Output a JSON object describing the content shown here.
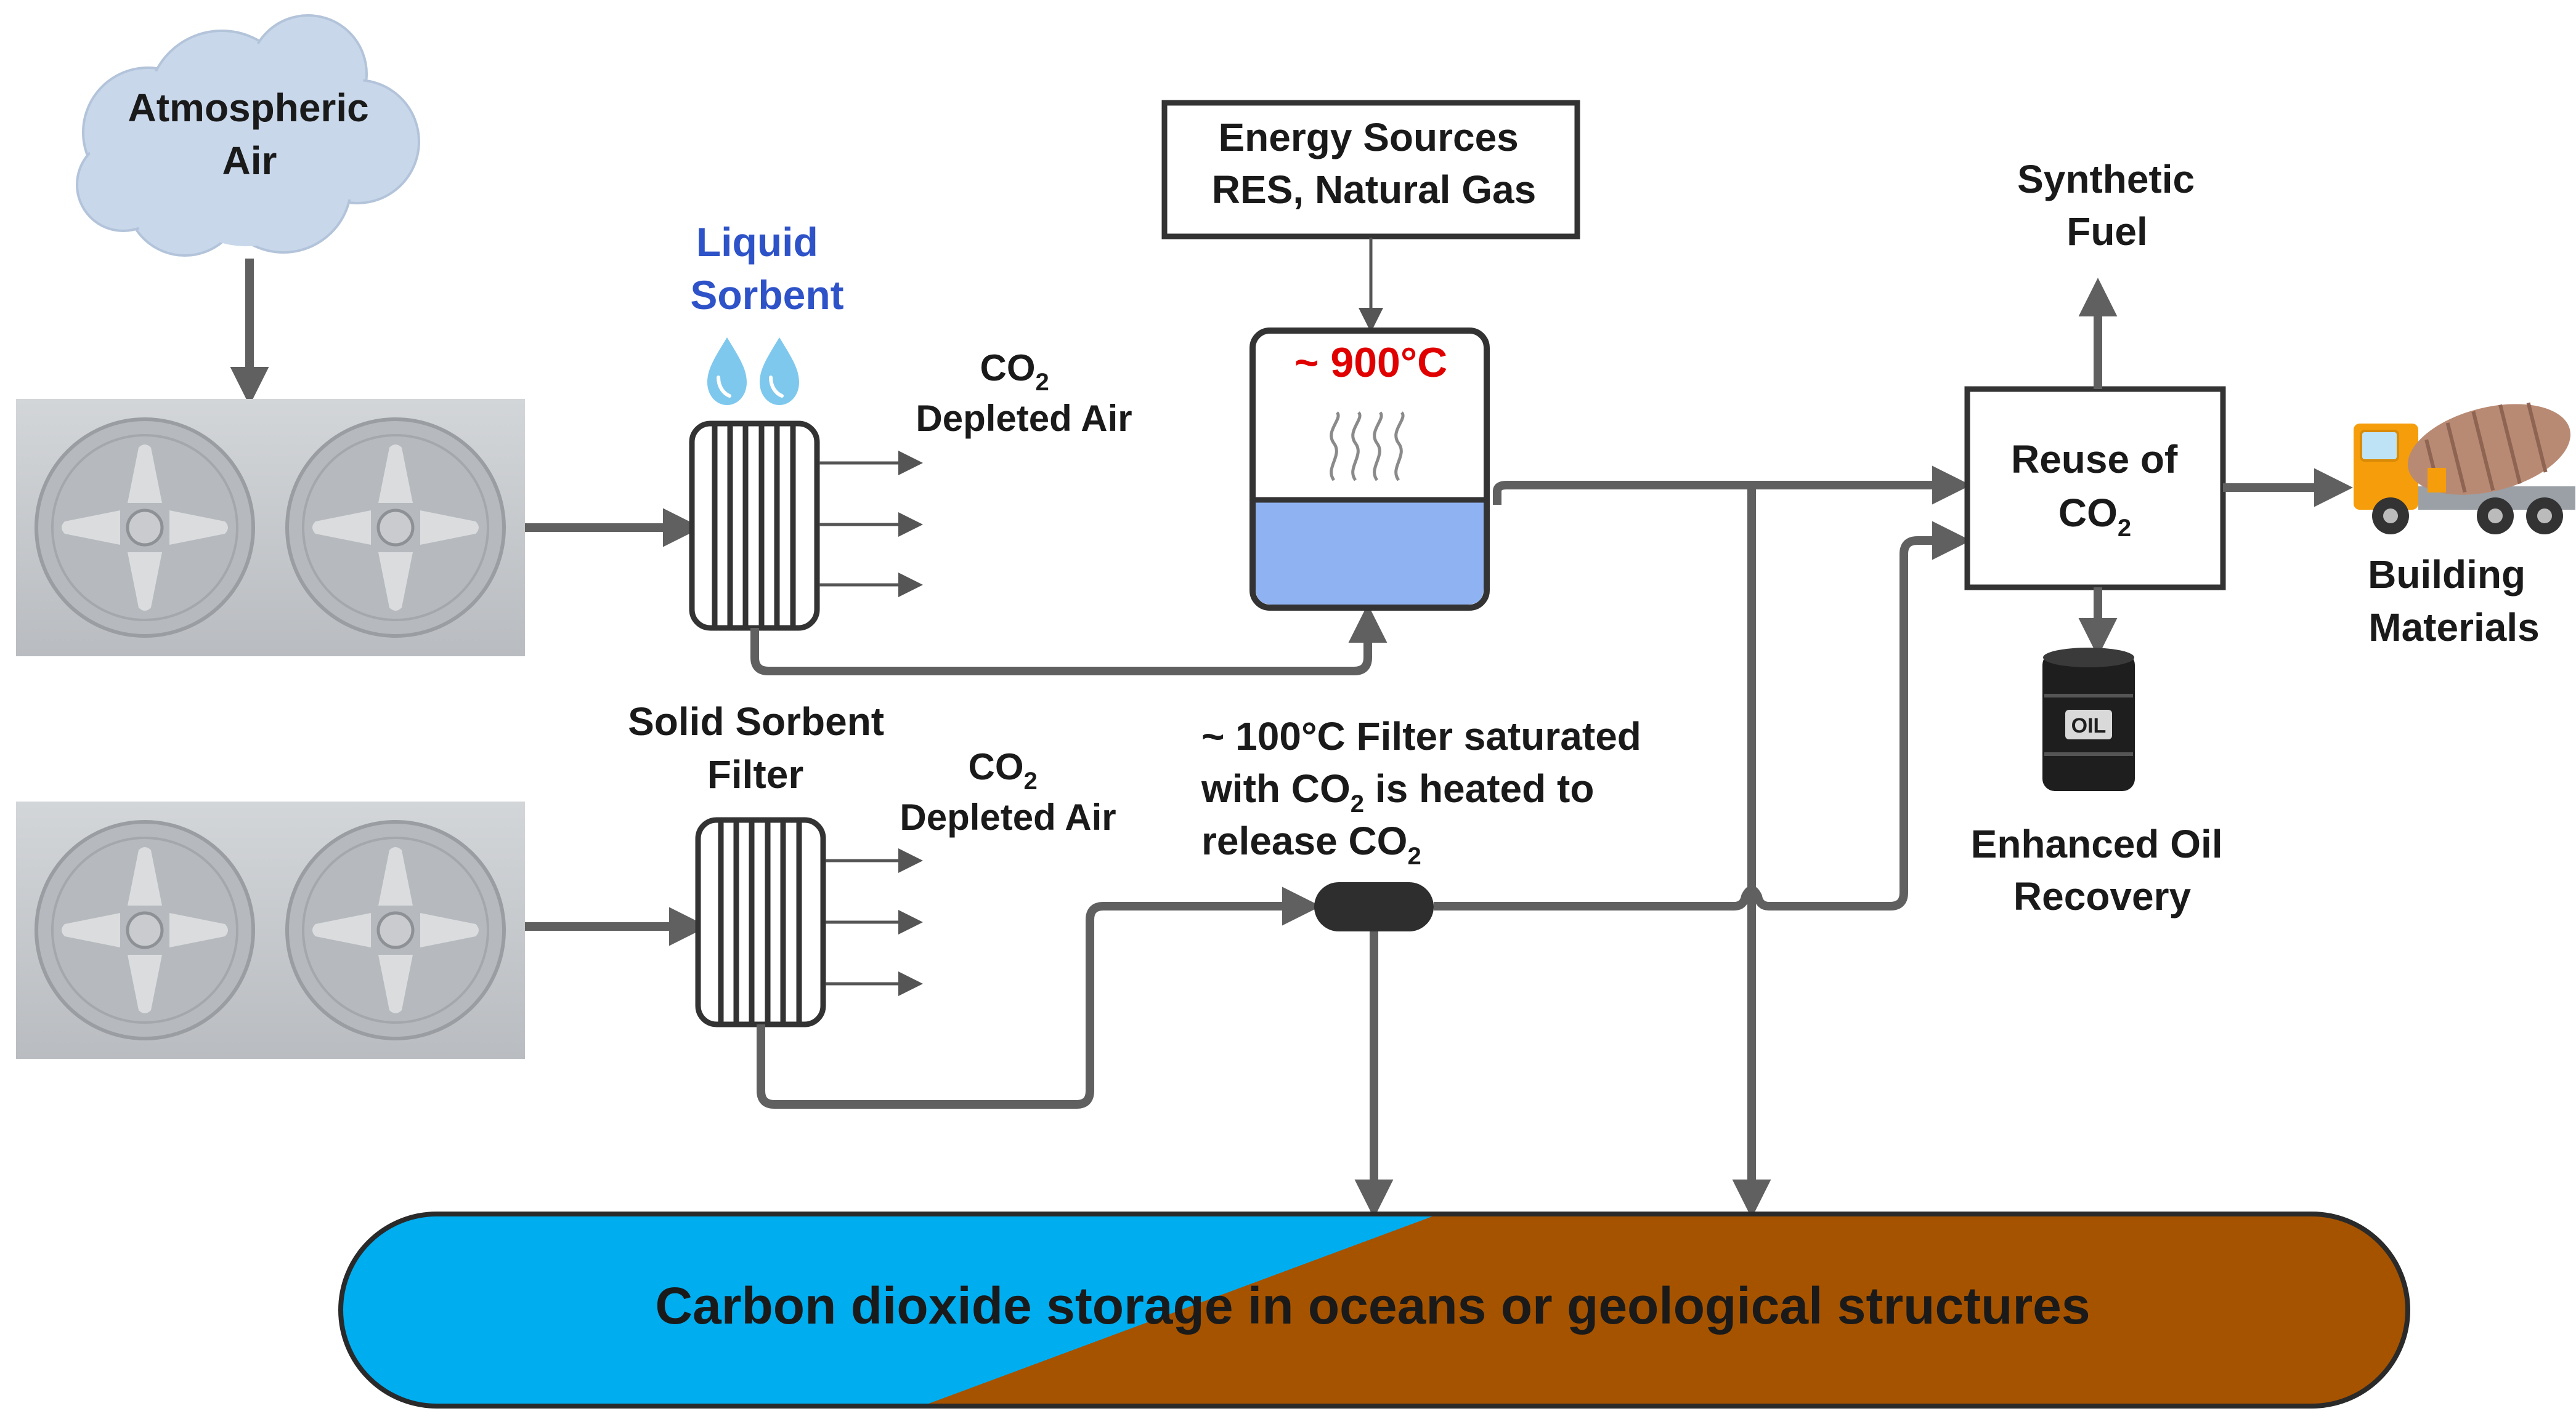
{
  "labels": {
    "atmospheric_air": [
      "Atmospheric",
      "Air"
    ],
    "liquid_sorbent": [
      "Liquid",
      "Sorbent"
    ],
    "solid_sorbent": [
      "Solid Sorbent",
      "Filter"
    ],
    "co2_depleted_1": {
      "co": "CO",
      "sub": "2",
      "line2": "Depleted Air"
    },
    "co2_depleted_2": {
      "co": "CO",
      "sub": "2",
      "line2": "Depleted Air"
    },
    "energy_sources": [
      "Energy Sources",
      "RES, Natural Gas"
    ],
    "temp_900": "~ 900°C",
    "filter_100": {
      "line1": "~ 100°C Filter saturated",
      "line2a": "with CO",
      "line2sub": "2",
      "line2b": " is heated to",
      "line3a": "release CO",
      "line3sub": "2"
    },
    "reuse": {
      "line1": "Reuse of",
      "line2a": "CO",
      "line2sub": "2"
    },
    "synthetic_fuel": [
      "Synthetic",
      "Fuel"
    ],
    "building_materials": [
      "Building",
      "Materials"
    ],
    "enhanced_oil": [
      "Enhanced Oil",
      "Recovery"
    ],
    "oil_barrel_text": "OIL",
    "storage": "Carbon dioxide storage in oceans or geological structures"
  },
  "colors": {
    "liquid_sorbent_text": "#2e52c8",
    "temp_900_text": "#e00000",
    "storage_ocean": "#00adef",
    "storage_ground": "#a65300",
    "pipe": "#606060",
    "tank_liquid": "#8fb3f2",
    "fan_unit": "#c8cbcf"
  },
  "icons": [
    "cloud-icon",
    "fan-unit-icon",
    "droplet-icon",
    "filter-icon",
    "steam-icon",
    "oil-barrel-icon",
    "cement-truck-icon"
  ]
}
